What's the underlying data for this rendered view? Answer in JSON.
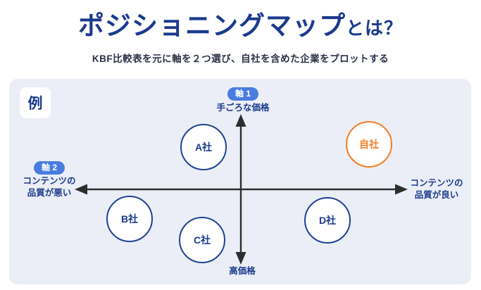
{
  "header": {
    "title_main": "ポジショニングマップ",
    "title_suffix": "とは？",
    "subtitle": "KBF比較表を元に軸を２つ選び、自社を含めた企業をプロットする"
  },
  "diagram": {
    "example_label": "例",
    "axis1": {
      "badge": "軸 1",
      "top_label": "手ごろな価格",
      "bottom_label": "高価格"
    },
    "axis2": {
      "badge": "軸 2",
      "left_label_line1": "コンテンツの",
      "left_label_line2": "品質が悪い",
      "right_label_line1": "コンテンツの",
      "right_label_line2": "品質が良い"
    },
    "companies": [
      {
        "label": "A社",
        "type": "competitor",
        "quadrant": "top-left"
      },
      {
        "label": "自社",
        "type": "self",
        "quadrant": "top-right"
      },
      {
        "label": "B社",
        "type": "competitor",
        "quadrant": "bottom-left"
      },
      {
        "label": "C社",
        "type": "competitor",
        "quadrant": "bottom-left"
      },
      {
        "label": "D社",
        "type": "competitor",
        "quadrant": "bottom-right"
      }
    ]
  },
  "colors": {
    "title_navy": "#1b3a8d",
    "subtitle_dark": "#2a3246",
    "badge_blue": "#4a7ce0",
    "circle_border_navy": "#1e4495",
    "self_orange": "#f57e21",
    "panel_background": "#ebeef6",
    "axis_line": "#2d2d2d"
  }
}
